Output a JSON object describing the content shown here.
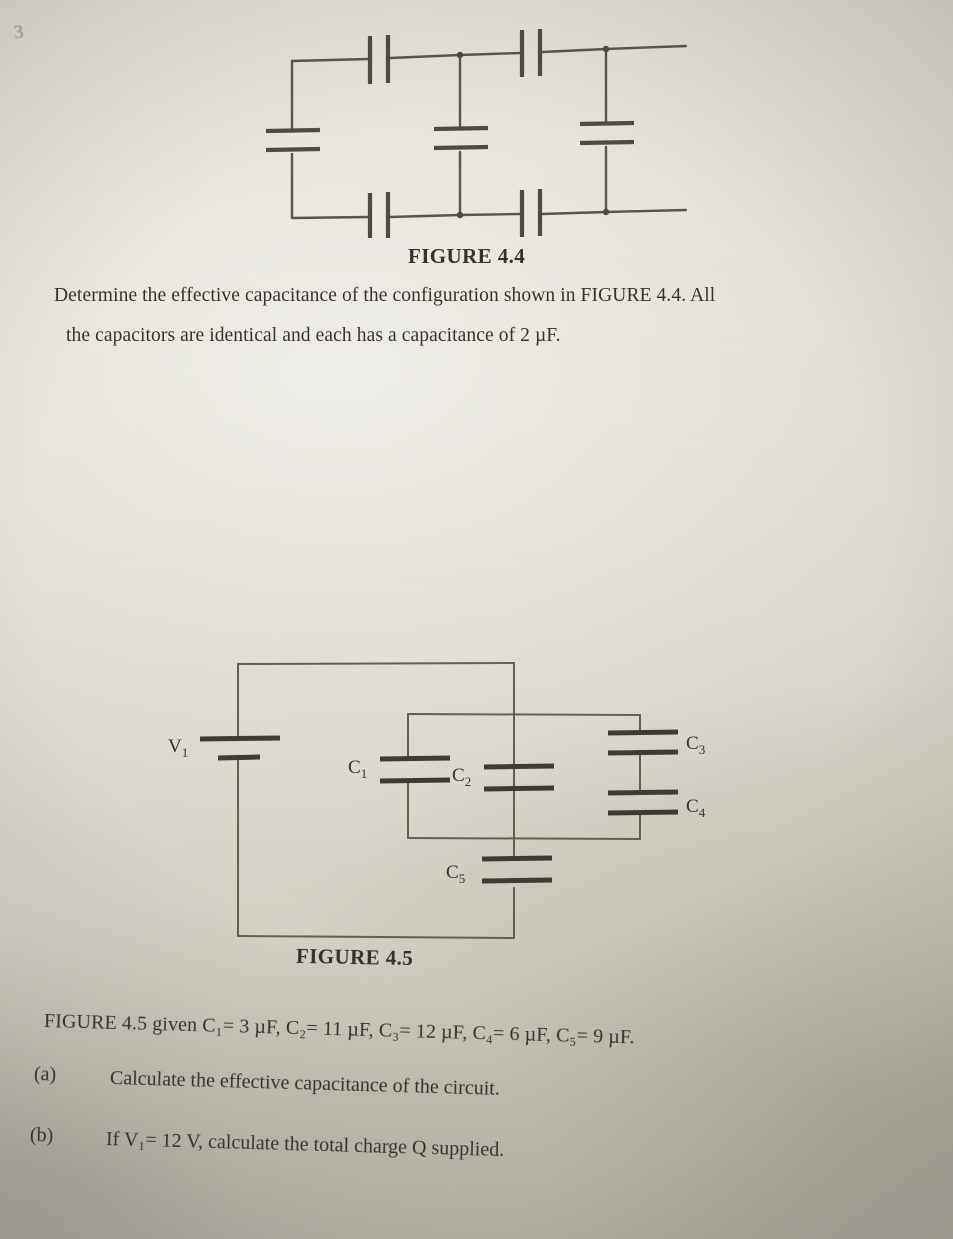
{
  "page": {
    "number": "3",
    "background_color": "#d9d6cb",
    "ink_color": "#35322b"
  },
  "figure_44": {
    "caption": "FIGURE 4.4",
    "description": "Ladder network of seven identical capacitors: three on the top rail, three on the bottom rail style, and vertical shunt capacitors forming a two-mesh ladder",
    "capacitor_count": 7,
    "each_capacitance": "2 µF"
  },
  "question_44": {
    "line1": "Determine the effective capacitance of the configuration shown in FIGURE 4.4.  All",
    "line2": "the capacitors are identical and each has a capacitance of 2 µF."
  },
  "figure_45": {
    "caption": "FIGURE 4.5",
    "source_label": "V₁",
    "source_symbol": "battery",
    "labels": {
      "c1": "C₁",
      "c2": "C₂",
      "c3": "C₃",
      "c4": "C₄",
      "c5": "C₅"
    }
  },
  "given": {
    "text": "FIGURE 4.5 given C₁= 3 µF, C₂= 11 µF, C₃= 12 µF, C₄= 6 µF, C₅= 9 µF.",
    "values": [
      {
        "symbol": "C₁",
        "value": 3,
        "unit": "µF"
      },
      {
        "symbol": "C₂",
        "value": 11,
        "unit": "µF"
      },
      {
        "symbol": "C₃",
        "value": 12,
        "unit": "µF"
      },
      {
        "symbol": "C₄",
        "value": 6,
        "unit": "µF"
      },
      {
        "symbol": "C₅",
        "value": 9,
        "unit": "µF"
      }
    ]
  },
  "parts": {
    "a_label": "(a)",
    "a_text": "Calculate the effective capacitance of the circuit.",
    "b_label": "(b)",
    "b_text": "If V₁= 12 V, calculate the total charge Q supplied.",
    "b_voltage": "12 V"
  }
}
